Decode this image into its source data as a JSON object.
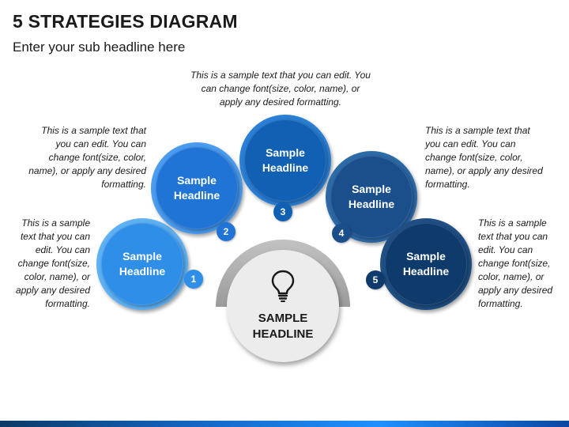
{
  "header": {
    "title": "5 STRATEGIES DIAGRAM",
    "subtitle": "Enter your sub headline here"
  },
  "center": {
    "label_line1": "SAMPLE",
    "label_line2": "HEADLINE",
    "icon": "lightbulb-icon"
  },
  "strategies": [
    {
      "number": "1",
      "headline_line1": "Sample",
      "headline_line2": "Headline",
      "description": [
        "This is a sample",
        "text that you can",
        "edit. You can",
        "change font(size,",
        "color, name), or",
        "apply any desired",
        "formatting."
      ],
      "color": "#2f8fe8"
    },
    {
      "number": "2",
      "headline_line1": "Sample",
      "headline_line2": "Headline",
      "description": [
        "This is a sample text that",
        "you can edit. You can",
        "change font(size, color,",
        "name), or apply any desired",
        "formatting."
      ],
      "color": "#1f74d6"
    },
    {
      "number": "3",
      "headline_line1": "Sample",
      "headline_line2": "Headline",
      "description": [
        "This is a sample text that you can edit. You",
        "can change font(size, color, name), or",
        "apply any desired formatting."
      ],
      "color": "#1260b4"
    },
    {
      "number": "4",
      "headline_line1": "Sample",
      "headline_line2": "Headline",
      "description": [
        "This is a sample text that",
        "you can edit. You can",
        "change font(size, color,",
        "name), or apply any desired",
        "formatting."
      ],
      "color": "#1a4f8c"
    },
    {
      "number": "5",
      "headline_line1": "Sample",
      "headline_line2": "Headline",
      "description": [
        "This is a sample",
        "text that you can",
        "edit. You can",
        "change font(size,",
        "color, name), or",
        "apply any desired",
        "formatting."
      ],
      "color": "#0e3a6c"
    }
  ],
  "colors": {
    "center_disk": "#ececec",
    "arch": "#b6b6b6",
    "text": "#1a1a1a"
  }
}
